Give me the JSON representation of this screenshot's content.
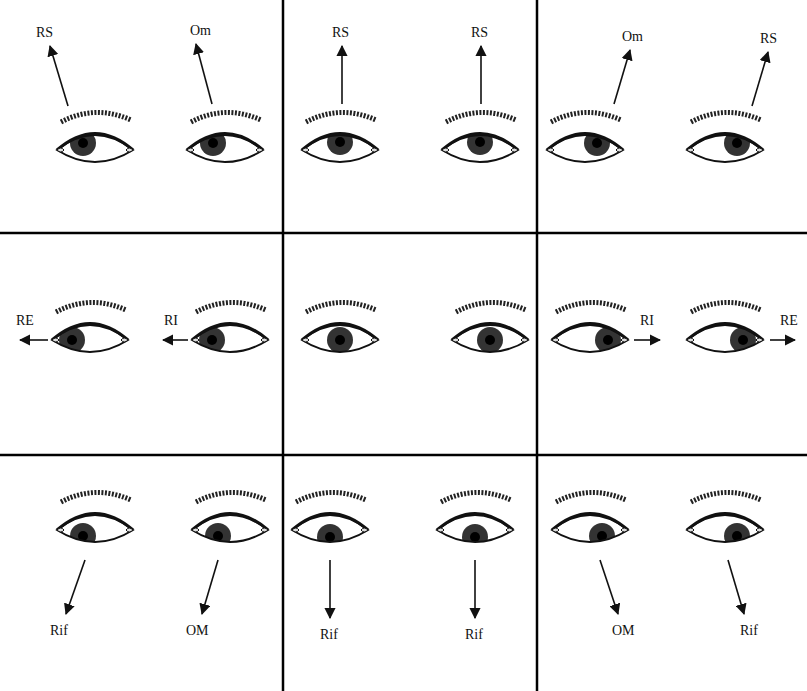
{
  "diagram": {
    "labels": [
      "RS",
      "Om",
      "RS",
      "RS",
      "Om",
      "RS",
      "RE",
      "RI",
      "RI",
      "RE",
      "Rif",
      "OM",
      "Rif",
      "Rif",
      "OM",
      "Rif"
    ]
  }
}
